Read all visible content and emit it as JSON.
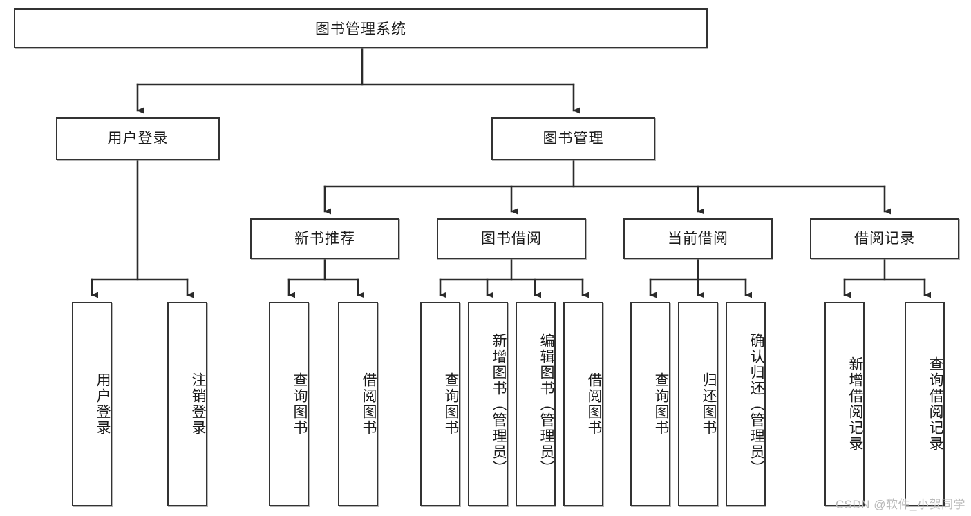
{
  "diagram": {
    "title": "图书管理系统",
    "type": "tree",
    "watermark": "CSDN @软件_小贺同学",
    "colors": {
      "box_border": "#333333",
      "box_fill": "#ffffff",
      "connector": "#2b2b2b",
      "text": "#1a1a1a",
      "watermark": "#b9b9b9"
    },
    "nodes": {
      "root": {
        "label": "图书管理系统"
      },
      "level1": [
        {
          "id": "user-login",
          "label": "用户登录"
        },
        {
          "id": "book-management",
          "label": "图书管理"
        }
      ],
      "level2": [
        {
          "id": "new-book-recommend",
          "label": "新书推荐"
        },
        {
          "id": "book-borrow",
          "label": "图书借阅"
        },
        {
          "id": "current-borrow",
          "label": "当前借阅"
        },
        {
          "id": "borrow-record",
          "label": "借阅记录"
        }
      ],
      "leaves": {
        "user-login": [
          {
            "id": "leaf-user-login",
            "label": "用户登录"
          },
          {
            "id": "leaf-user-logout",
            "label": "注销登录"
          }
        ],
        "new-book-recommend": [
          {
            "id": "leaf-query-book-1",
            "label": "查询图书"
          },
          {
            "id": "leaf-borrow-book-1",
            "label": "借阅图书"
          }
        ],
        "book-borrow": [
          {
            "id": "leaf-query-book-2",
            "label": "查询图书"
          },
          {
            "id": "leaf-add-book",
            "label": "新增图书（管理员）"
          },
          {
            "id": "leaf-edit-book",
            "label": "编辑图书（管理员）"
          },
          {
            "id": "leaf-borrow-book-2",
            "label": "借阅图书"
          }
        ],
        "current-borrow": [
          {
            "id": "leaf-query-book-3",
            "label": "查询图书"
          },
          {
            "id": "leaf-return-book",
            "label": "归还图书"
          },
          {
            "id": "leaf-confirm-return",
            "label": "确认归还（管理员）"
          }
        ],
        "borrow-record": [
          {
            "id": "leaf-add-record",
            "label": "新增借阅记录"
          },
          {
            "id": "leaf-query-record",
            "label": "查询借阅记录"
          }
        ]
      }
    }
  }
}
